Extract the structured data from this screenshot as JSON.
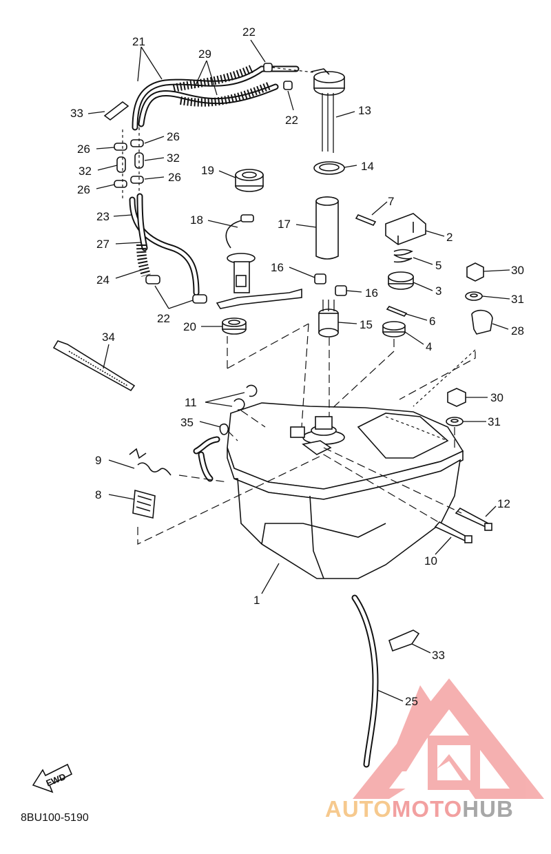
{
  "diagram_code": "8BU100-5190",
  "fwd_label": "FWD",
  "watermark": {
    "part1": "AUTO",
    "part2": "MOTO",
    "part3": "HUB",
    "color1": "#f6c98e",
    "color2": "#f2a0a0",
    "color3": "#a7a7a7",
    "logo_color": "#f08080"
  },
  "callouts": [
    {
      "id": "c-21",
      "text": "21"
    },
    {
      "id": "c-29",
      "text": "29"
    },
    {
      "id": "c-22a",
      "text": "22"
    },
    {
      "id": "c-22b",
      "text": "22"
    },
    {
      "id": "c-13",
      "text": "13"
    },
    {
      "id": "c-33a",
      "text": "33"
    },
    {
      "id": "c-26a",
      "text": "26"
    },
    {
      "id": "c-26b",
      "text": "26"
    },
    {
      "id": "c-32a",
      "text": "32"
    },
    {
      "id": "c-32b",
      "text": "32"
    },
    {
      "id": "c-26c",
      "text": "26"
    },
    {
      "id": "c-26d",
      "text": "26"
    },
    {
      "id": "c-19",
      "text": "19"
    },
    {
      "id": "c-14",
      "text": "14"
    },
    {
      "id": "c-7",
      "text": "7"
    },
    {
      "id": "c-2",
      "text": "2"
    },
    {
      "id": "c-23",
      "text": "23"
    },
    {
      "id": "c-18",
      "text": "18"
    },
    {
      "id": "c-17",
      "text": "17"
    },
    {
      "id": "c-27",
      "text": "27"
    },
    {
      "id": "c-5",
      "text": "5"
    },
    {
      "id": "c-30a",
      "text": "30"
    },
    {
      "id": "c-16a",
      "text": "16"
    },
    {
      "id": "c-24",
      "text": "24"
    },
    {
      "id": "c-3",
      "text": "3"
    },
    {
      "id": "c-16b",
      "text": "16"
    },
    {
      "id": "c-31a",
      "text": "31"
    },
    {
      "id": "c-22c",
      "text": "22"
    },
    {
      "id": "c-6",
      "text": "6"
    },
    {
      "id": "c-20",
      "text": "20"
    },
    {
      "id": "c-15",
      "text": "15"
    },
    {
      "id": "c-28",
      "text": "28"
    },
    {
      "id": "c-4",
      "text": "4"
    },
    {
      "id": "c-34",
      "text": "34"
    },
    {
      "id": "c-30b",
      "text": "30"
    },
    {
      "id": "c-11",
      "text": "11"
    },
    {
      "id": "c-35",
      "text": "35"
    },
    {
      "id": "c-31b",
      "text": "31"
    },
    {
      "id": "c-9",
      "text": "9"
    },
    {
      "id": "c-8",
      "text": "8"
    },
    {
      "id": "c-12",
      "text": "12"
    },
    {
      "id": "c-10",
      "text": "10"
    },
    {
      "id": "c-1",
      "text": "1"
    },
    {
      "id": "c-33b",
      "text": "33"
    },
    {
      "id": "c-25",
      "text": "25"
    }
  ]
}
